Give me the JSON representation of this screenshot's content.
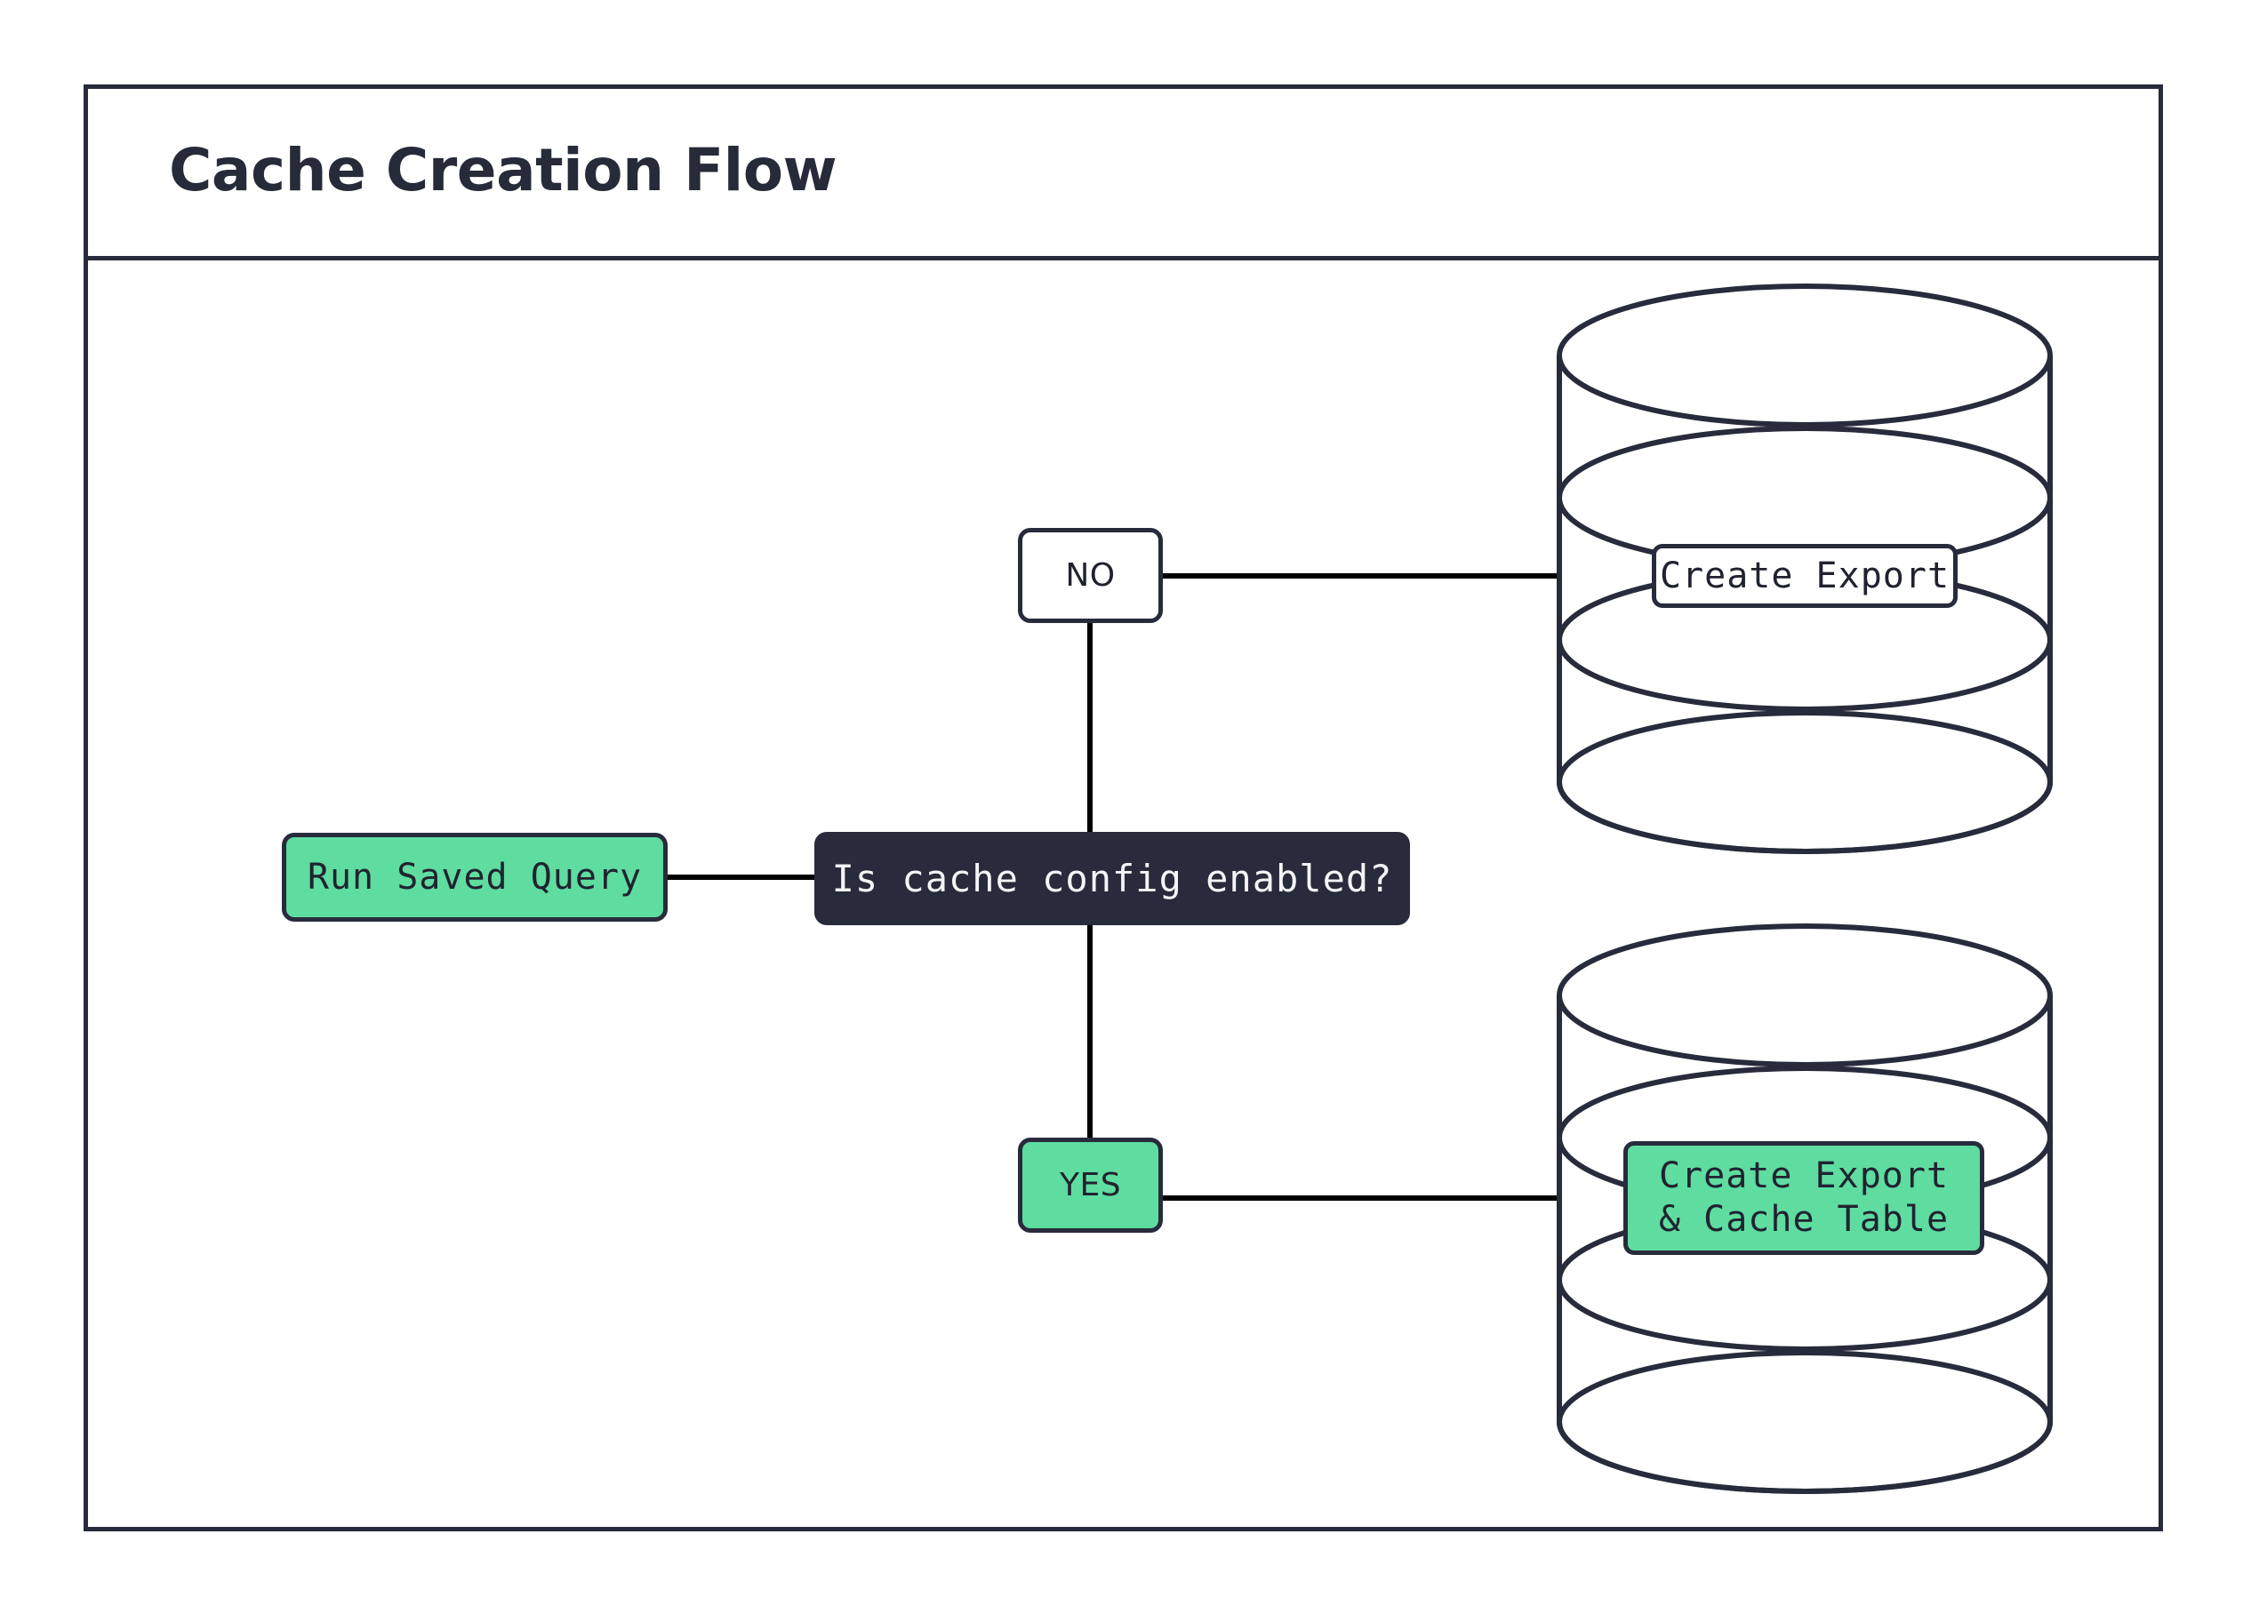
{
  "diagram": {
    "title": "Cache Creation Flow",
    "type": "flowchart",
    "colors": {
      "stroke": "#272b3b",
      "accent_green": "#5fdca0",
      "decision_fill": "#272b3b",
      "decision_text": "#f4f5f7",
      "background": "#ffffff"
    },
    "nodes": [
      {
        "id": "run-saved-query",
        "label": "Run Saved Query",
        "shape": "rounded-rect",
        "style": "green"
      },
      {
        "id": "is-cache-config-enabled",
        "label": "Is cache config enabled?",
        "shape": "rounded-rect",
        "style": "dark"
      },
      {
        "id": "branch-no",
        "label": "NO",
        "shape": "rounded-rect",
        "style": "white"
      },
      {
        "id": "branch-yes",
        "label": "YES",
        "shape": "rounded-rect",
        "style": "green"
      },
      {
        "id": "database-export",
        "label": "Create Export",
        "shape": "database-cylinder",
        "style": "white"
      },
      {
        "id": "database-export-cache",
        "label": "Create Export\n& Cache Table",
        "shape": "database-cylinder",
        "style": "green"
      }
    ],
    "edges": [
      {
        "from": "run-saved-query",
        "to": "is-cache-config-enabled",
        "label": ""
      },
      {
        "from": "is-cache-config-enabled",
        "to": "branch-no",
        "label": ""
      },
      {
        "from": "is-cache-config-enabled",
        "to": "branch-yes",
        "label": ""
      },
      {
        "from": "branch-no",
        "to": "database-export",
        "label": ""
      },
      {
        "from": "branch-yes",
        "to": "database-export-cache",
        "label": ""
      }
    ]
  }
}
